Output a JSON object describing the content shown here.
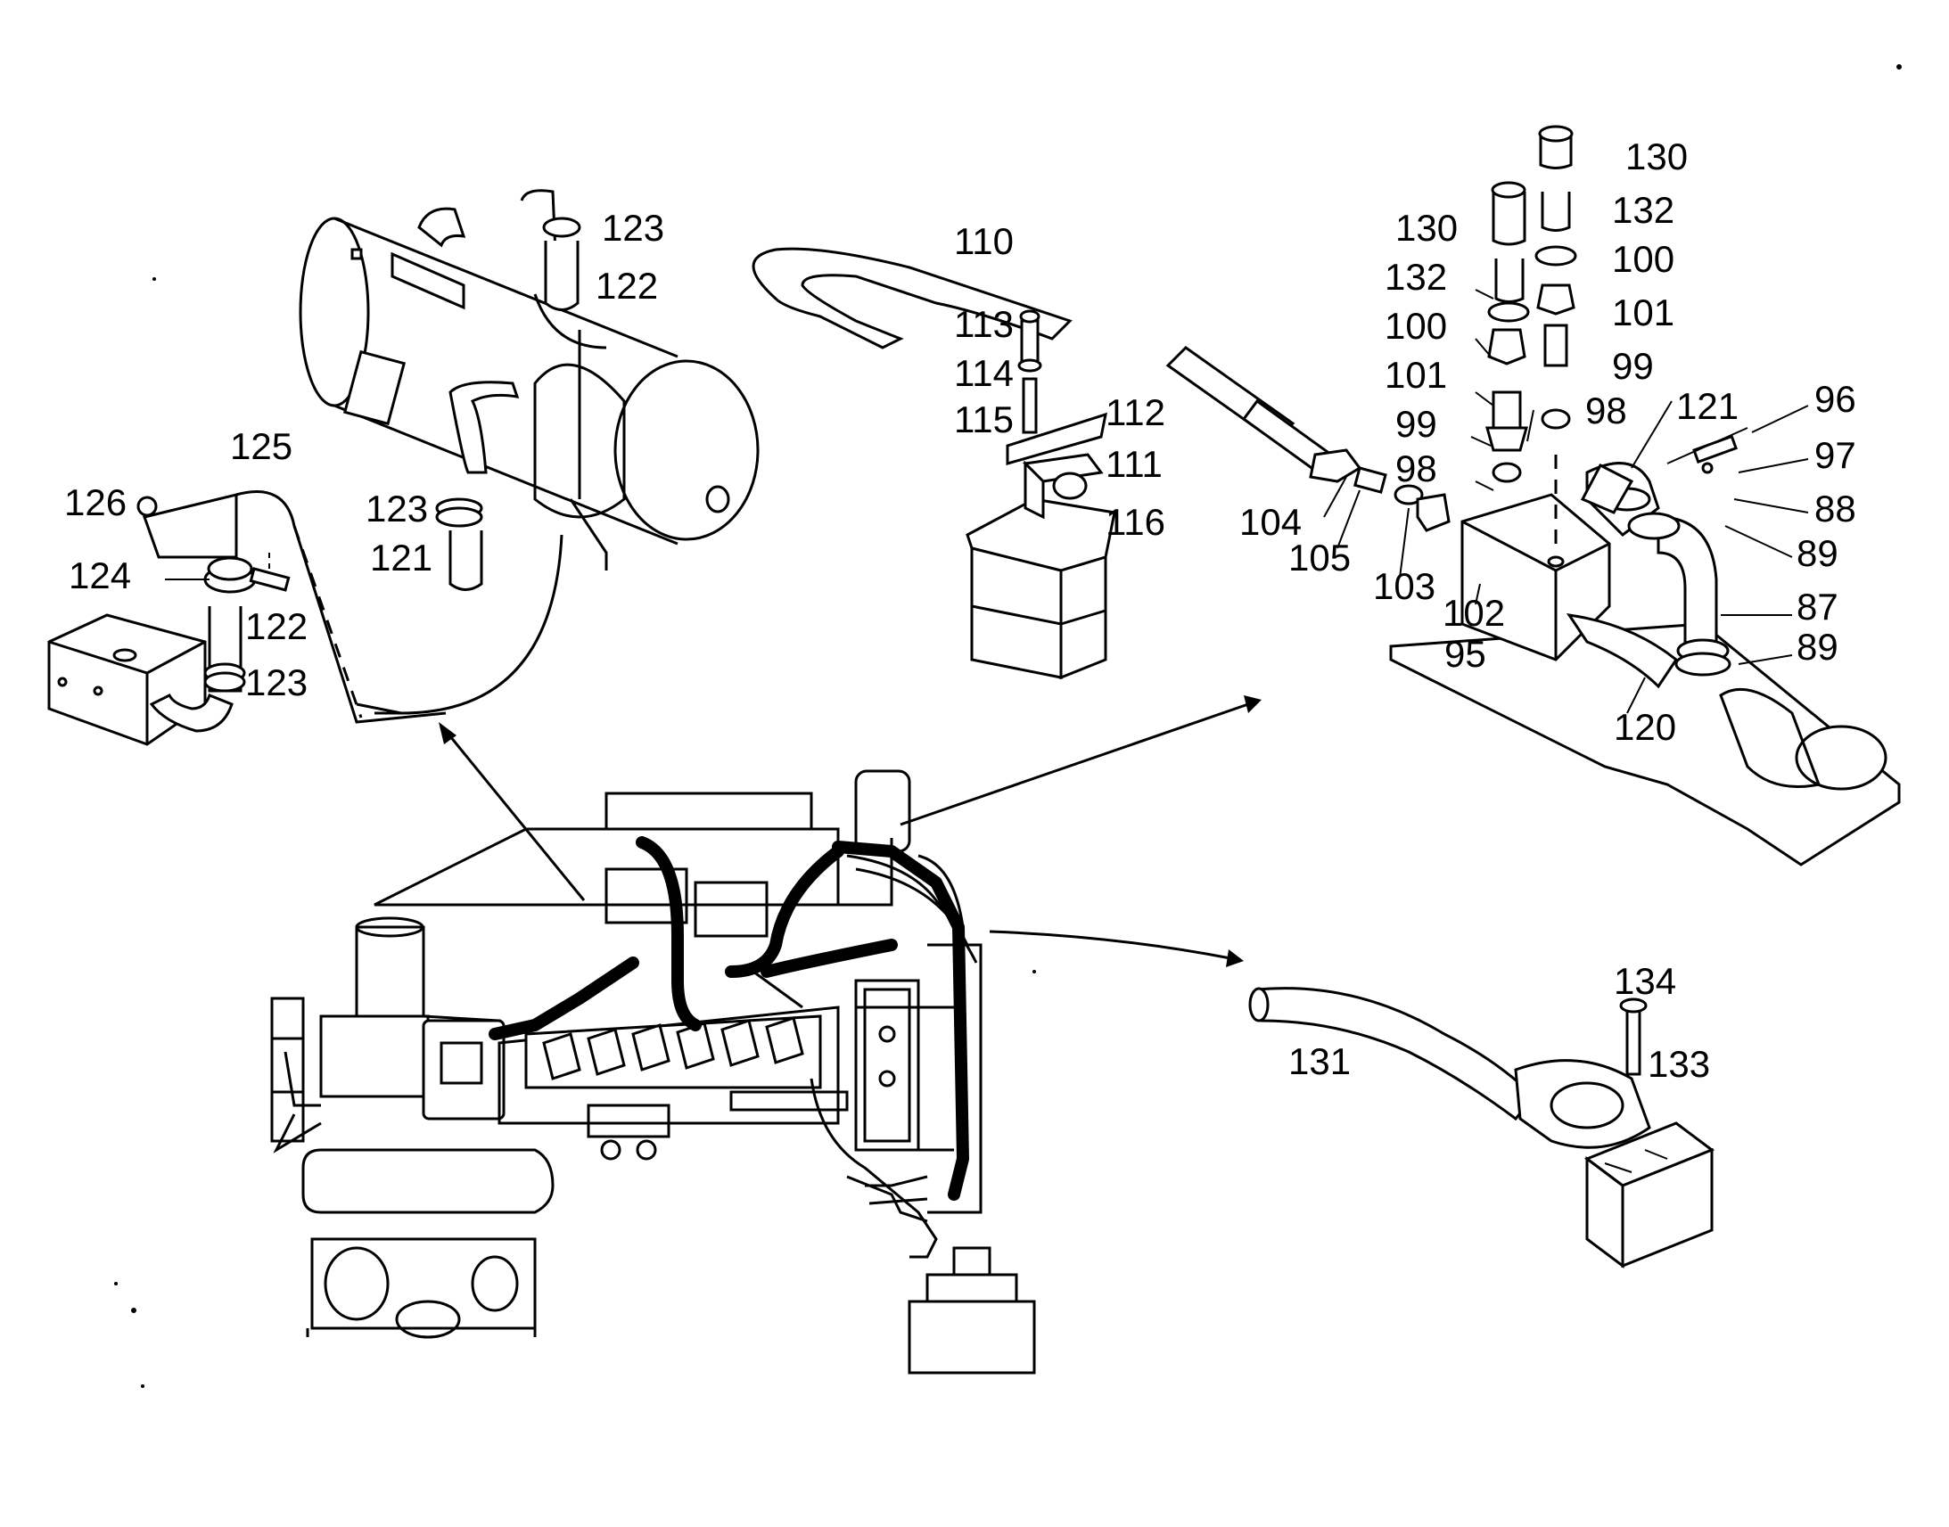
{
  "callouts": {
    "heater": [
      "123",
      "122",
      "123",
      "121"
    ],
    "bracket_left": [
      "125",
      "126",
      "124",
      "122",
      "123"
    ],
    "hose_mount": [
      "110",
      "113",
      "114",
      "115",
      "112",
      "111",
      "116"
    ],
    "pump_assembly": [
      "130",
      "132",
      "100",
      "101",
      "99",
      "98",
      "130",
      "132",
      "100",
      "101",
      "99",
      "98",
      "96",
      "121",
      "97",
      "88",
      "89",
      "87",
      "89",
      "104",
      "105",
      "103",
      "102",
      "95",
      "120"
    ],
    "battery_hose": [
      "134",
      "133",
      "131"
    ]
  }
}
